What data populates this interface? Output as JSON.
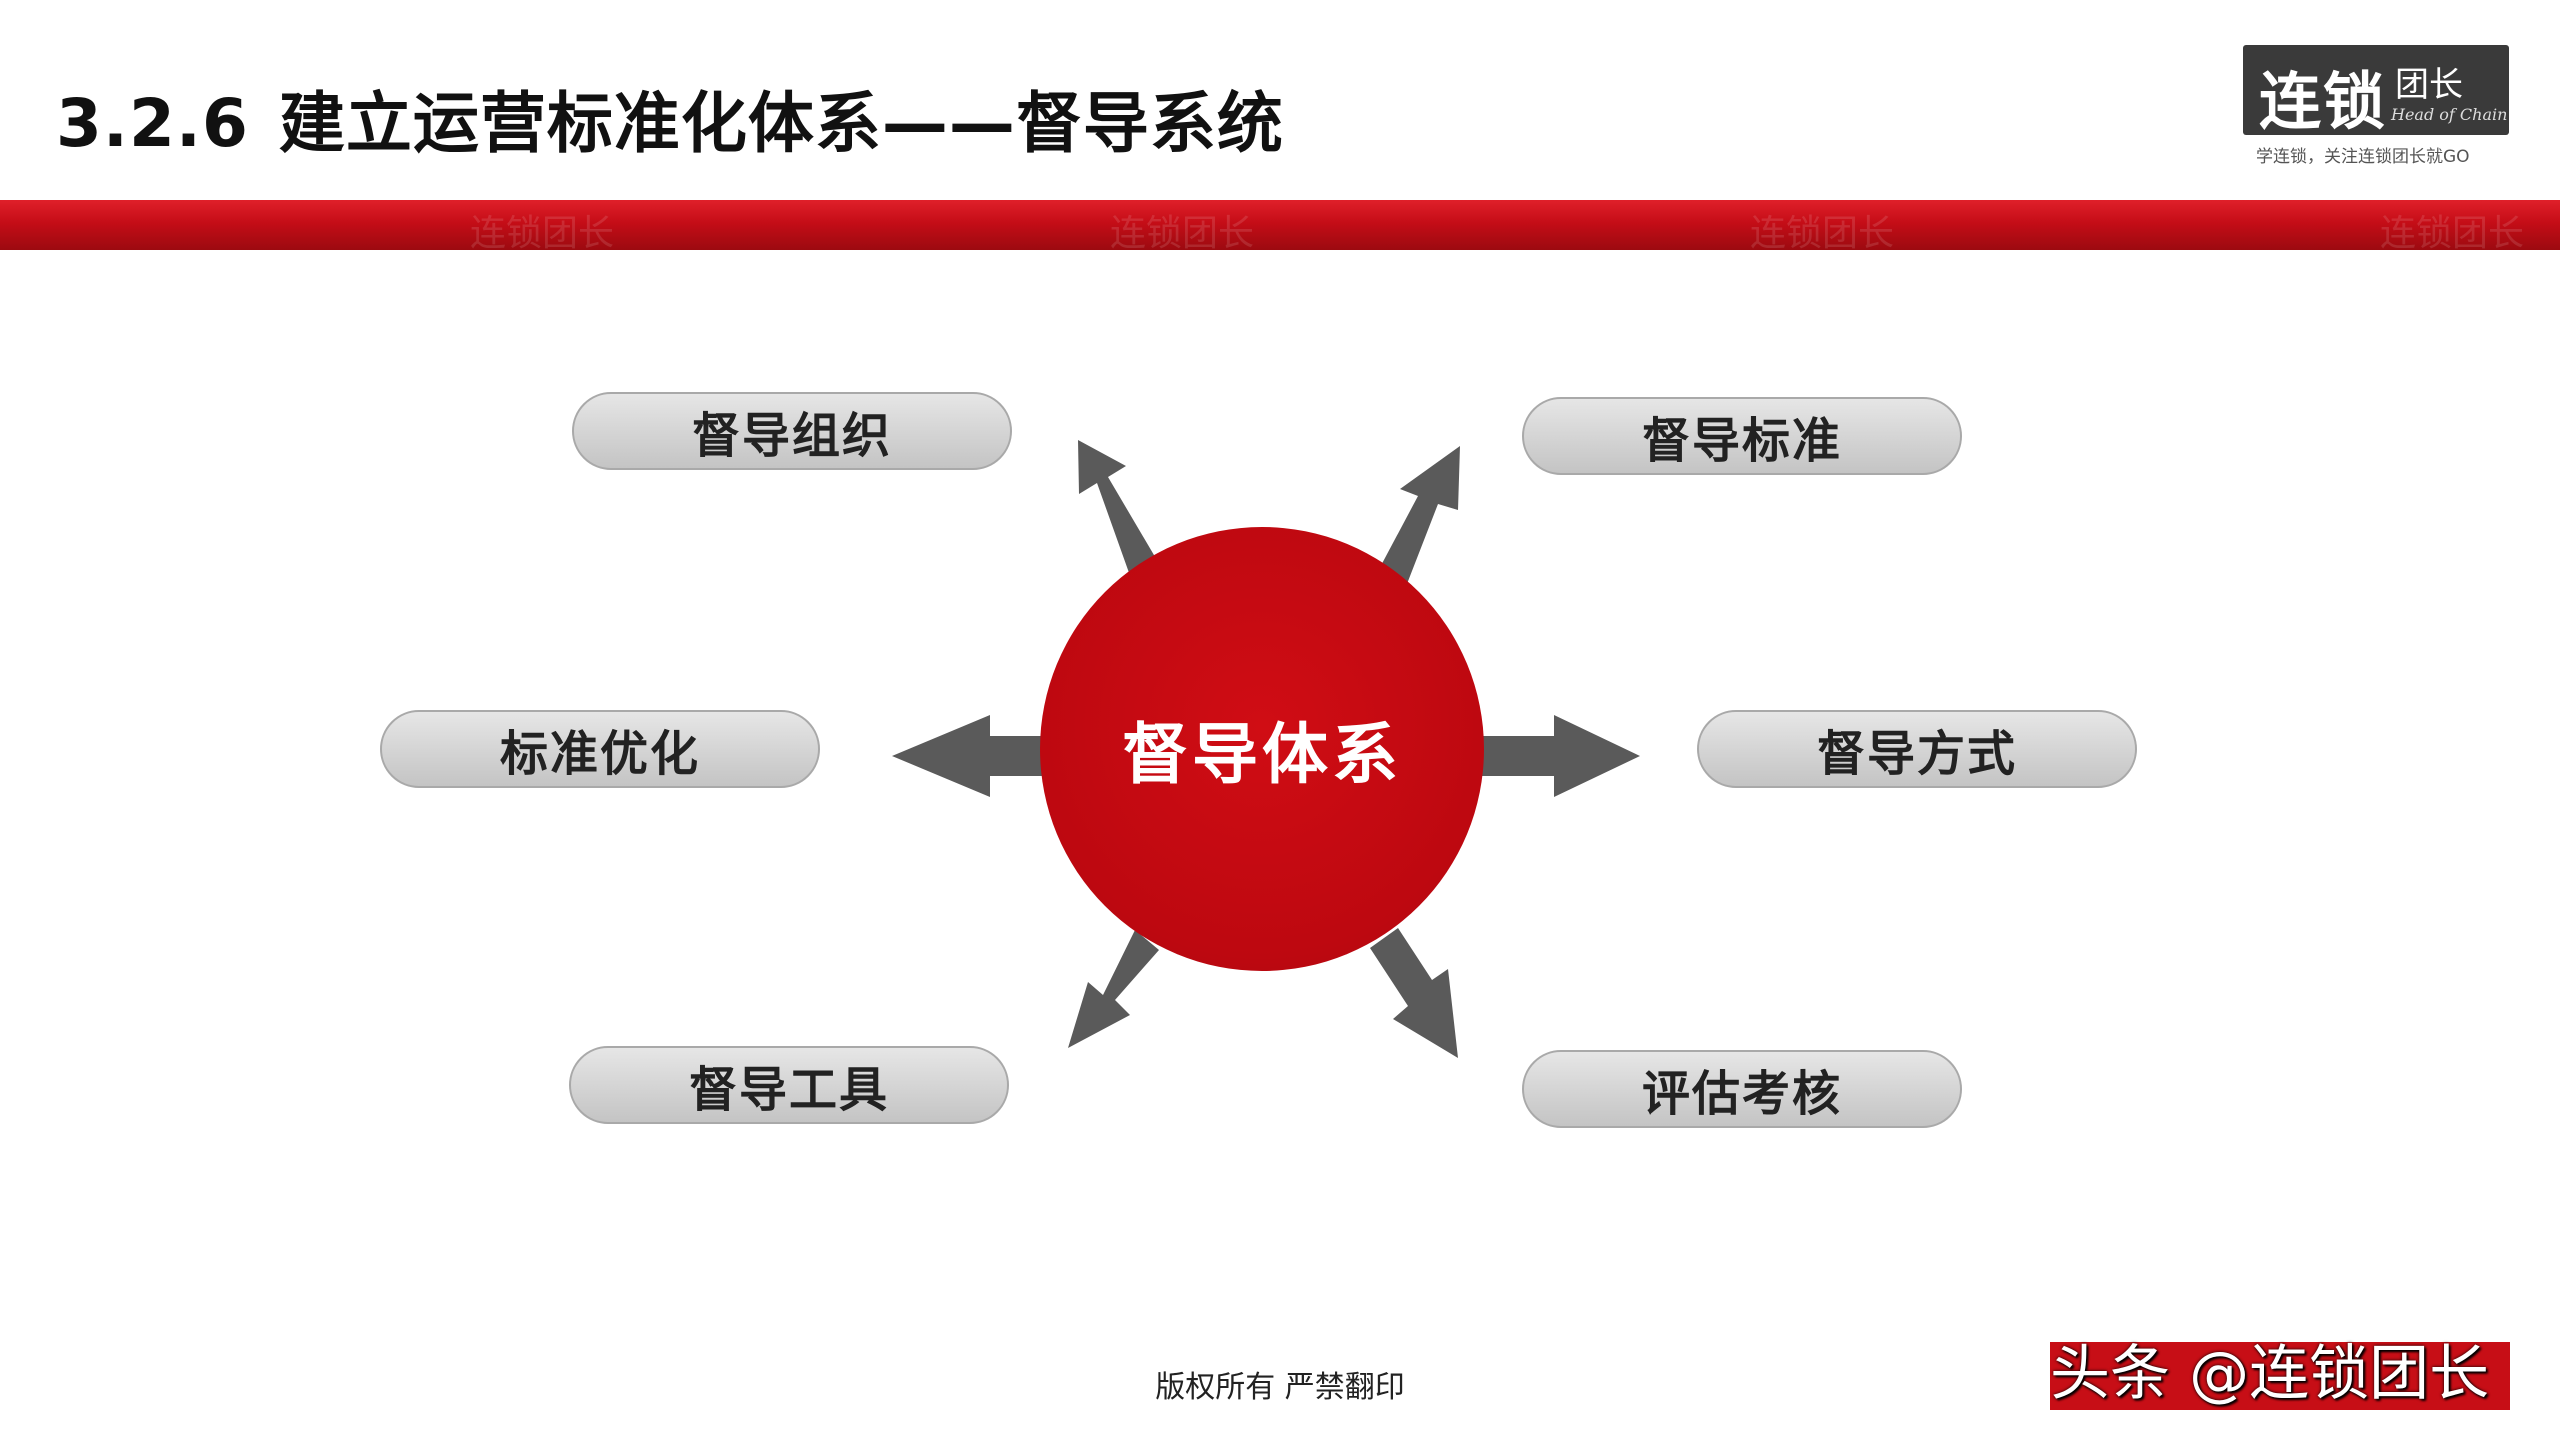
{
  "slide": {
    "title_number": "3.2.6",
    "title_text": "建立运营标准化体系——督导系统",
    "footer": "版权所有  严禁翻印"
  },
  "logo": {
    "main": "连锁",
    "small": "团长",
    "english": "Head of Chain",
    "tagline": "学连锁，关注连锁团长就GO"
  },
  "diagram": {
    "center": "督导体系",
    "nodes": {
      "top_left": "督导组织",
      "top_right": "督导标准",
      "mid_left": "标准优化",
      "mid_right": "督导方式",
      "bottom_left": "督导工具",
      "bottom_right": "评估考核"
    }
  },
  "watermark": {
    "band_text": "连锁团长",
    "corner": "头条 @连锁团长"
  },
  "colors": {
    "accent_red": "#c50d17",
    "pill_gray": "#d0d0d0",
    "arrow_gray": "#5a5a5a"
  }
}
